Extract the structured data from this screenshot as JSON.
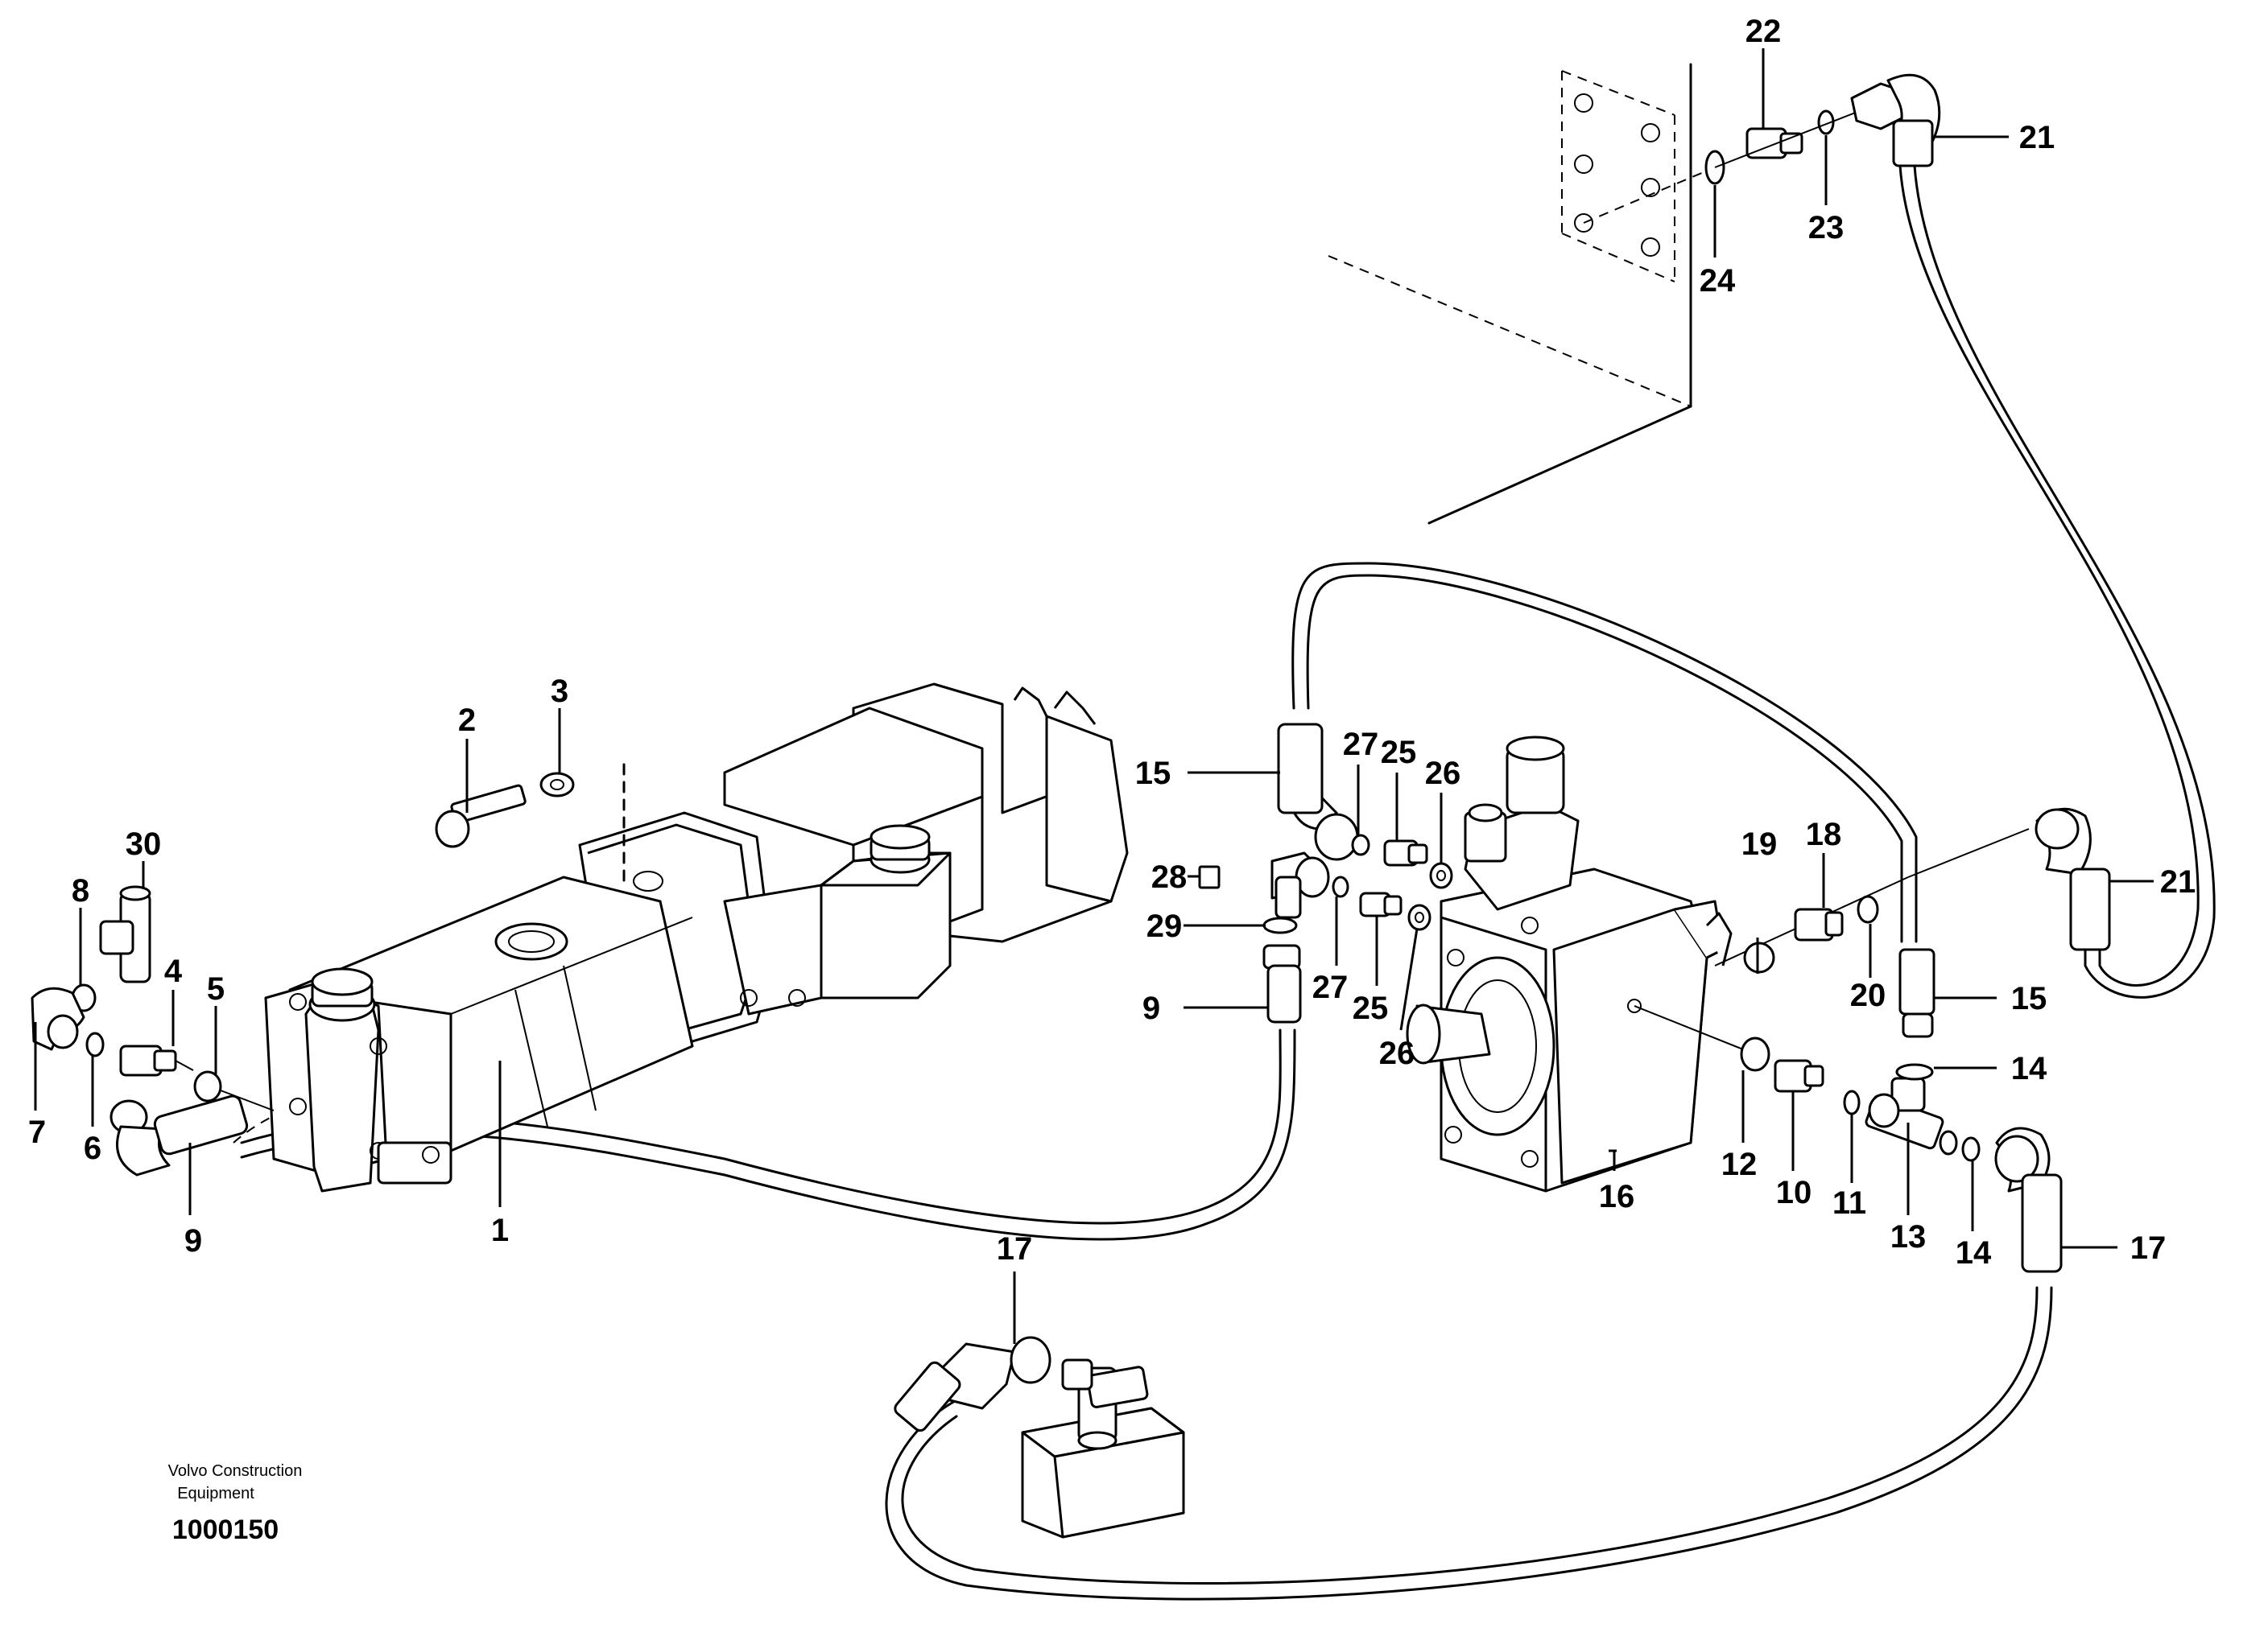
{
  "credit": {
    "line1": "Volvo Construction",
    "line2": "Equipment"
  },
  "document_number": "1000150",
  "callouts": {
    "c1": "1",
    "c2": "2",
    "c3": "3",
    "c4": "4",
    "c5": "5",
    "c6": "6",
    "c7": "7",
    "c8": "8",
    "c9a": "9",
    "c9b": "9",
    "c10": "10",
    "c11": "11",
    "c12": "12",
    "c13": "13",
    "c14a": "14",
    "c14b": "14",
    "c15a": "15",
    "c15b": "15",
    "c16": "16",
    "c17a": "17",
    "c17b": "17",
    "c18": "18",
    "c19": "19",
    "c20": "20",
    "c21a": "21",
    "c21b": "21",
    "c22": "22",
    "c23": "23",
    "c24": "24",
    "c25a": "25",
    "c25b": "25",
    "c26a": "26",
    "c26b": "26",
    "c27a": "27",
    "c27b": "27",
    "c28": "28",
    "c29": "29",
    "c30": "30"
  }
}
